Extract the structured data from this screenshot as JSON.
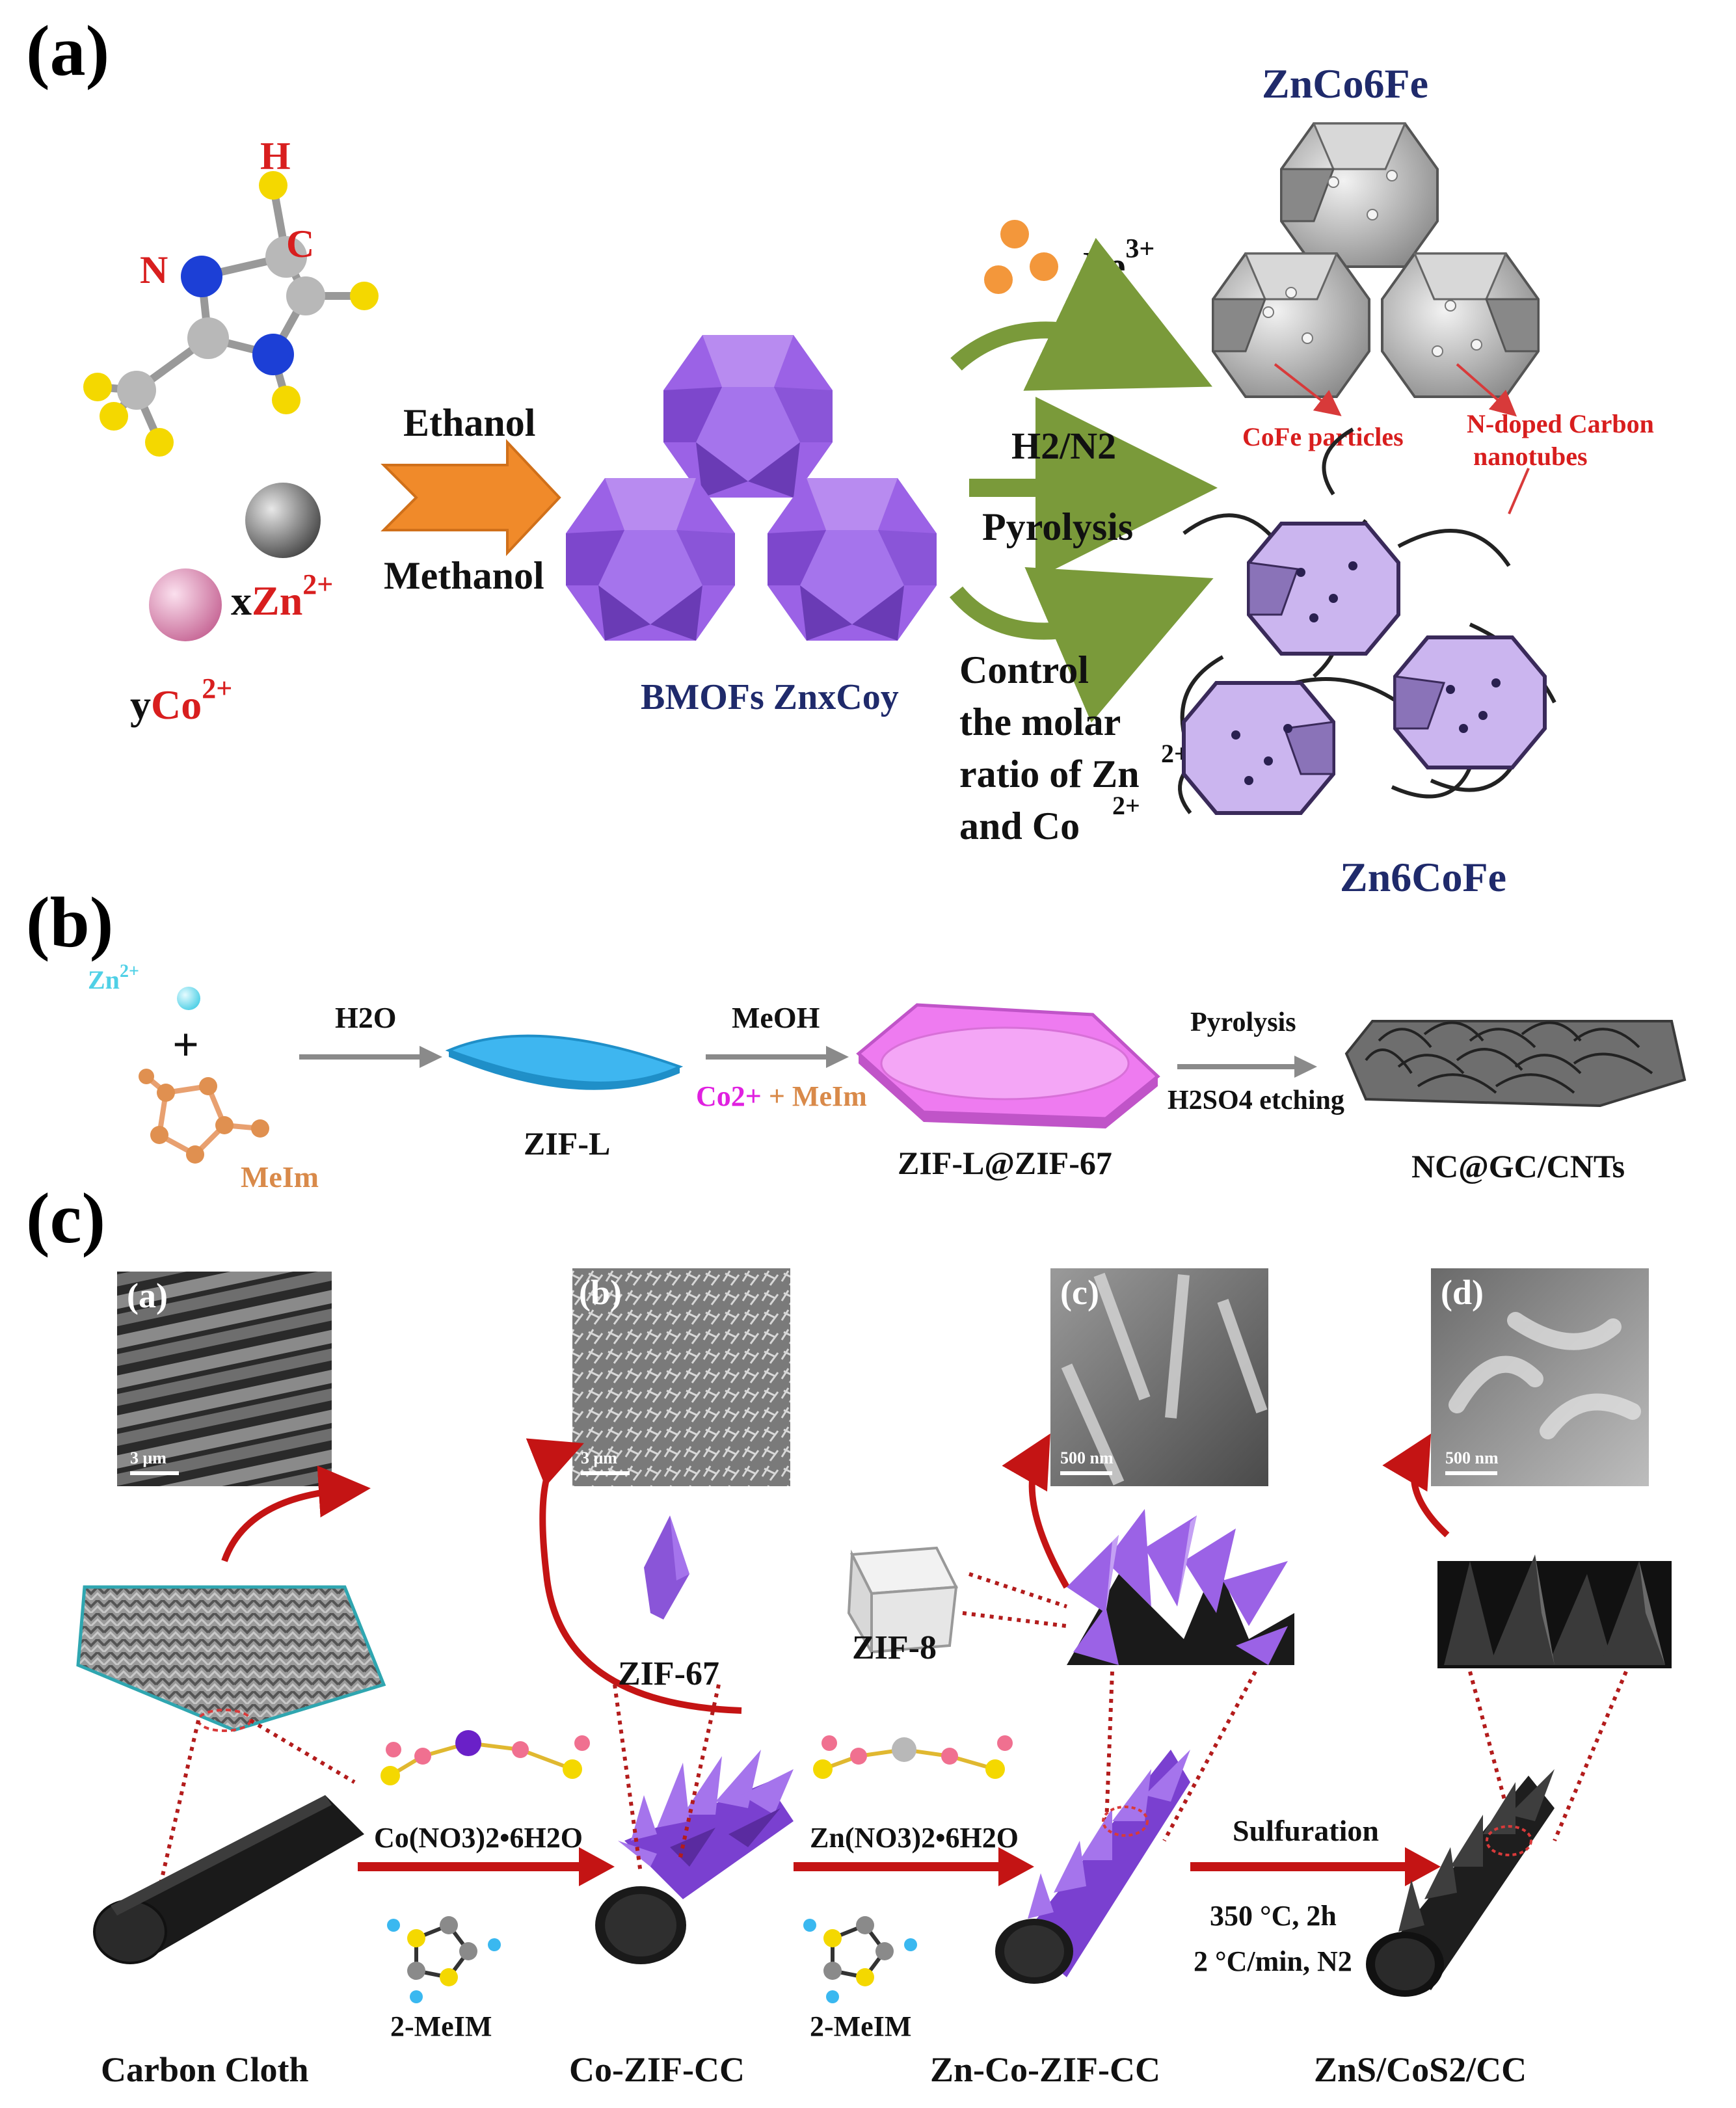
{
  "panels": {
    "a": {
      "label": "(a)",
      "atoms": {
        "h": "H",
        "c": "C",
        "n": "N"
      },
      "metal_zn_prefix": "x",
      "metal_zn": "Zn",
      "metal_zn_charge": "2+",
      "metal_co_prefix": "y",
      "metal_co": "Co",
      "metal_co_charge": "2+",
      "solvent_top": "Ethanol",
      "solvent_bottom": "Methanol",
      "bmof_label": "BMOFs ZnxCoy",
      "fe_label": "Fe",
      "fe_charge": "3+",
      "gas": "H2/N2",
      "process": "Pyrolysis",
      "control_lines": [
        "Control",
        "the molar",
        "ratio of Zn",
        "and Co"
      ],
      "control_zn_charge": "2+",
      "control_co_charge": "2+",
      "product_top": "ZnCo6Fe",
      "product_bottom": "Zn6CoFe",
      "annot_particles": "CoFe particles",
      "annot_nanotubes_line1": "N-doped Carbon",
      "annot_nanotubes_line2": "nanotubes"
    },
    "b": {
      "label": "(b)",
      "zn": "Zn",
      "zn_charge": "2+",
      "plus": "+",
      "meim": "MeIm",
      "step1": "H2O",
      "zifl": "ZIF-L",
      "step2": "MeOH",
      "step2_sub_co": "Co2+",
      "step2_sub_rest": " + MeIm",
      "zifl_zif67": "ZIF-L@ZIF-67",
      "step3_top": "Pyrolysis",
      "step3_bottom": "H2SO4 etching",
      "product": "NC@GC/CNTs"
    },
    "c": {
      "label": "(c)",
      "sem": [
        {
          "tag": "(a)",
          "scale": "3 μm"
        },
        {
          "tag": "(b)",
          "scale": "3 μm"
        },
        {
          "tag": "(c)",
          "scale": "500 nm"
        },
        {
          "tag": "(d)",
          "scale": "500 nm"
        }
      ],
      "zif67": "ZIF-67",
      "zif8": "ZIF-8",
      "reagent1": "Co(NO3)2•6H2O",
      "reagent2": "Zn(NO3)2•6H2O",
      "ligand": "2-MeIM",
      "sulfuration": "Sulfuration",
      "cond1": "350 °C, 2h",
      "cond2": "2 °C/min, N2",
      "steps": [
        "Carbon Cloth",
        "Co-ZIF-CC",
        "Zn-Co-ZIF-CC",
        "ZnS/CoS2/CC"
      ]
    }
  },
  "colors": {
    "purple": "#8a55d8",
    "purple_dark": "#6a3bb5",
    "arrow_orange": "#f08a2a",
    "arrow_green": "#7a9a3a",
    "arrow_red": "#c41414",
    "gray_arrow": "#8a8a8a",
    "zif_blue": "#3eb6f0",
    "zif_pink": "#ee7bf0"
  }
}
